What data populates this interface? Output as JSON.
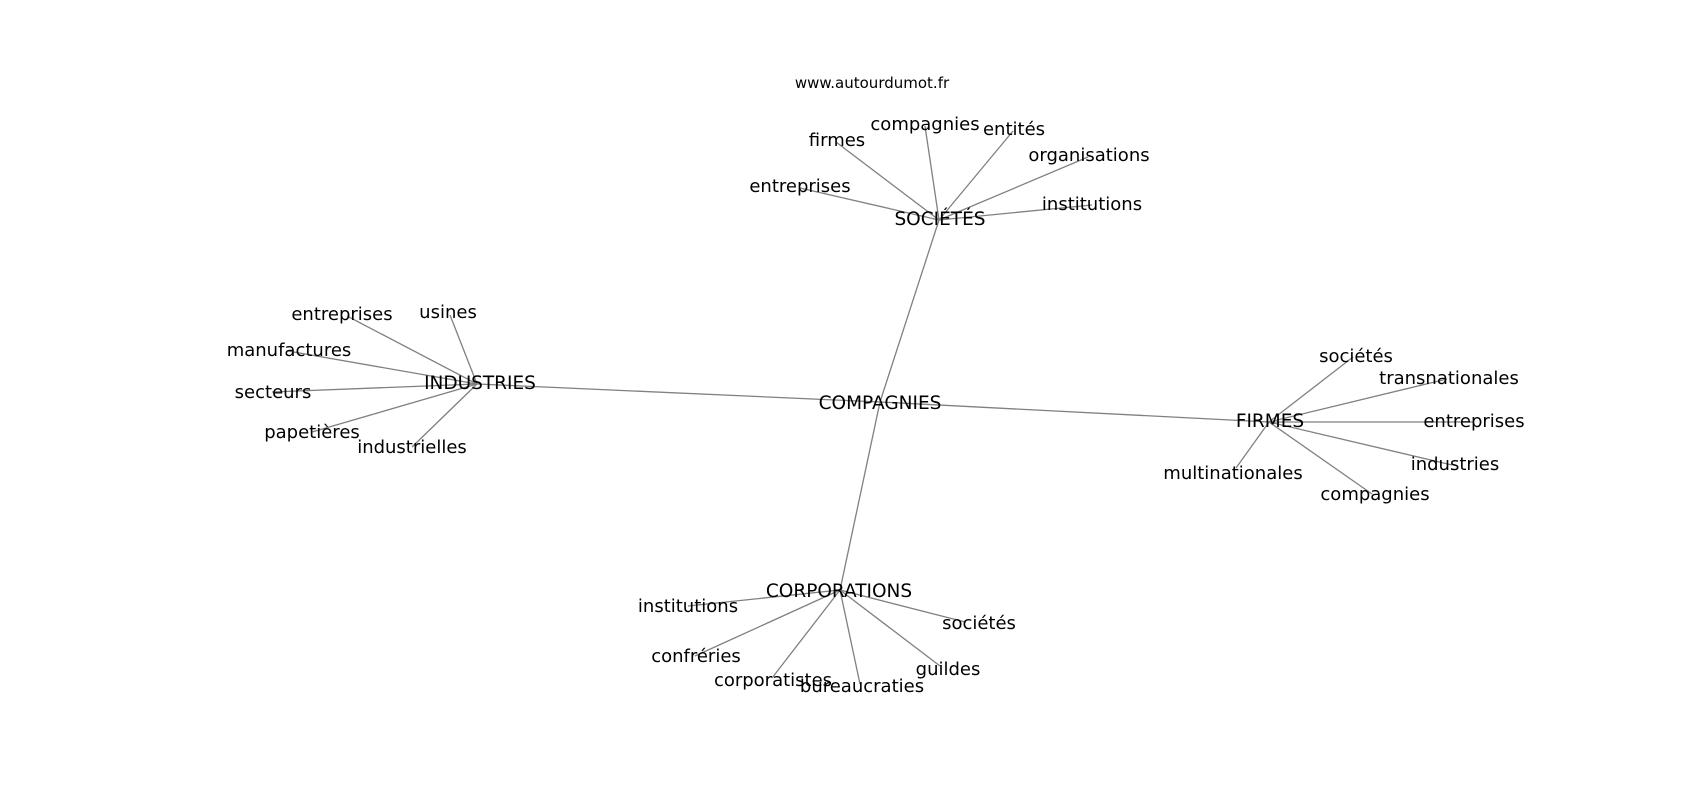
{
  "source_credit": "www.autourdumot.fr",
  "center": {
    "word": "COMPAGNIES"
  },
  "clusters": [
    {
      "hub": "SOCIÉTÉS",
      "leaves": [
        "entreprises",
        "firmes",
        "compagnies",
        "entités",
        "organisations",
        "institutions"
      ]
    },
    {
      "hub": "INDUSTRIES",
      "leaves": [
        "entreprises",
        "usines",
        "manufactures",
        "secteurs",
        "papetières",
        "industrielles"
      ]
    },
    {
      "hub": "FIRMES",
      "leaves": [
        "sociétés",
        "transnationales",
        "entreprises",
        "industries",
        "compagnies",
        "multinationales"
      ]
    },
    {
      "hub": "CORPORATIONS",
      "leaves": [
        "institutions",
        "confréries",
        "corporatistes",
        "bureaucraties",
        "guildes",
        "sociétés"
      ]
    }
  ]
}
